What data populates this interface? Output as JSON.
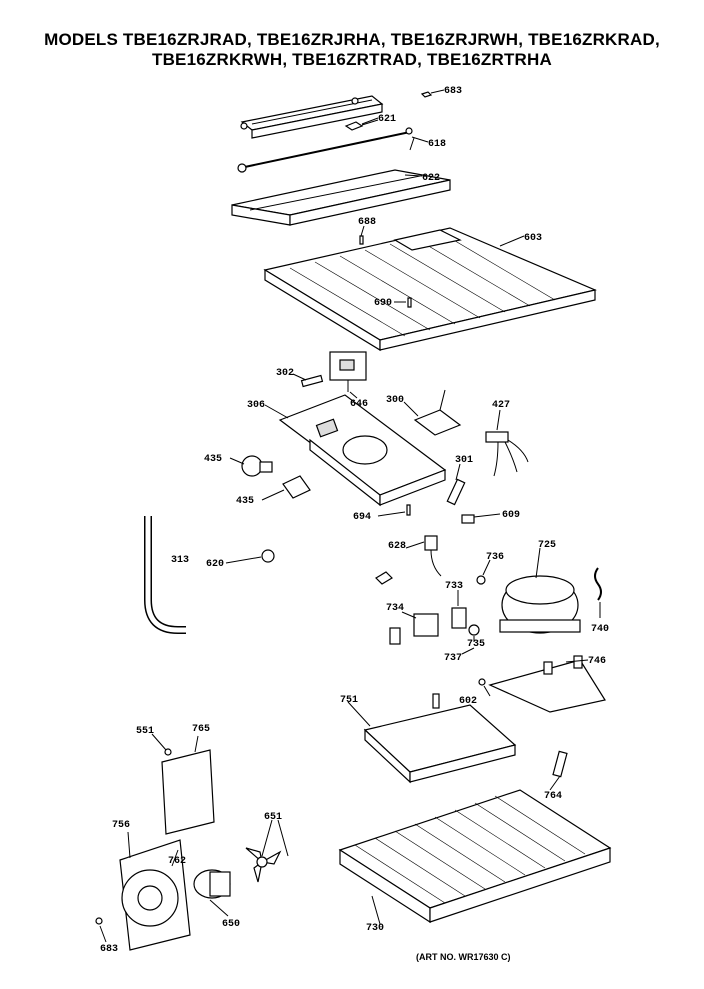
{
  "header": {
    "line1": "MODELS TBE16ZRJRAD, TBE16ZRJRHA, TBE16ZRJRWH, TBE16ZRKRAD,",
    "line2": "TBE16ZRKRWH, TBE16ZRTRAD, TBE16ZRTRHA"
  },
  "labels": {
    "p683a": "683",
    "p621": "621",
    "p618": "618",
    "p622": "622",
    "p688": "688",
    "p603": "603",
    "p690": "690",
    "p302": "302",
    "p646": "646",
    "p306": "306",
    "p300": "300",
    "p427": "427",
    "p435a": "435",
    "p435b": "435",
    "p301": "301",
    "p694": "694",
    "p609": "609",
    "p313": "313",
    "p620": "620",
    "p628": "628",
    "p736": "736",
    "p725": "725",
    "p733": "733",
    "p734": "734",
    "p735": "735",
    "p737": "737",
    "p740": "740",
    "p746": "746",
    "p602": "602",
    "p751": "751",
    "p551": "551",
    "p765": "765",
    "p764": "764",
    "p756": "756",
    "p762": "762",
    "p651": "651",
    "p650": "650",
    "p730": "730",
    "p683b": "683"
  },
  "footer": {
    "art_no": "(ART NO. WR17630 C)"
  }
}
